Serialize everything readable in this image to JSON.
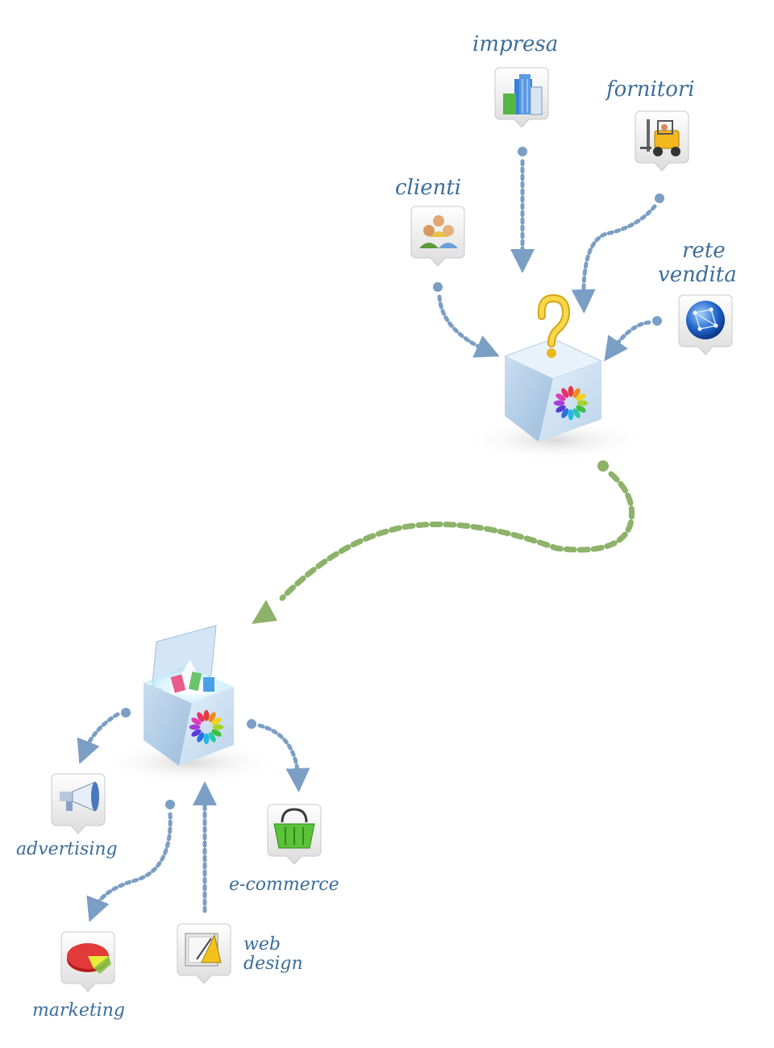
{
  "diagram": {
    "inputs": {
      "impresa": {
        "label": "impresa",
        "icon": "office-building-icon"
      },
      "fornitori": {
        "label": "fornitori",
        "icon": "forklift-icon"
      },
      "clienti": {
        "label": "clienti",
        "icon": "people-group-icon"
      },
      "rete_vendita": {
        "label_line1": "rete",
        "label_line2": "vendita",
        "icon": "network-globe-icon"
      }
    },
    "closed_box": {
      "icon": "closed-box-question-icon"
    },
    "open_box": {
      "icon": "open-box-glowing-icon"
    },
    "outputs": {
      "advertising": {
        "label": "advertising",
        "icon": "megaphone-icon"
      },
      "e_commerce": {
        "label": "e-commerce",
        "icon": "shopping-basket-icon"
      },
      "marketing": {
        "label": "marketing",
        "icon": "pie-chart-icon"
      },
      "web_design": {
        "label_line1": "web",
        "label_line2": "design",
        "icon": "design-tools-icon"
      }
    },
    "colors": {
      "blue_arrow": "#7b9ec4",
      "green_arrow": "#8db26a",
      "label_text": "#3b6d9a",
      "box_face": "#cfe3f3"
    }
  }
}
